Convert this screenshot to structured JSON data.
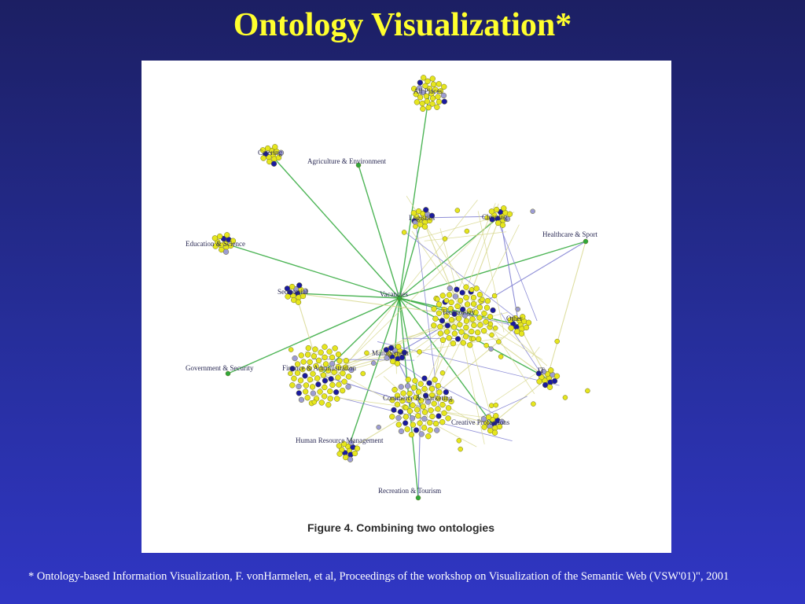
{
  "slide": {
    "title": "Ontology Visualization*",
    "figure_caption": "Figure 4. Combining two ontologies",
    "footnote": "* Ontology-based Information Visualization, F. vonHarmelen, et al, Proceedings of the workshop on Visualization of the Semantic Web (VSW'01)\", 2001"
  },
  "colors": {
    "background_top": "#1c1f63",
    "background_bottom": "#3036c4",
    "title": "#ffff2e",
    "node_yellow": "#e6e61e",
    "node_blue": "#1a1aa0",
    "node_lavender": "#9c9cd4",
    "edge_green": "#2fa83a",
    "edge_yellow": "#d8d890",
    "edge_blue": "#7a7ad0"
  },
  "graph": {
    "hub": "Vacancies",
    "clusters": [
      {
        "id": "all-places",
        "label": "All Places",
        "size": "medium"
      },
      {
        "id": "catering",
        "label": "Catering",
        "size": "small"
      },
      {
        "id": "agriculture",
        "label": "Agriculture & Environment",
        "size": "point"
      },
      {
        "id": "logistics",
        "label": "Logistics",
        "size": "small"
      },
      {
        "id": "cleaning",
        "label": "Cleaning",
        "size": "small"
      },
      {
        "id": "healthcare",
        "label": "Healthcare & Sport",
        "size": "point"
      },
      {
        "id": "education",
        "label": "Education & Science",
        "size": "small"
      },
      {
        "id": "secretarial",
        "label": "Secretarial",
        "size": "small"
      },
      {
        "id": "vacancies",
        "label": "Vacancies",
        "size": "hub"
      },
      {
        "id": "technology",
        "label": "Technology",
        "size": "large"
      },
      {
        "id": "other",
        "label": "Other",
        "size": "small"
      },
      {
        "id": "management",
        "label": "Management",
        "size": "small"
      },
      {
        "id": "government",
        "label": "Government & Security",
        "size": "point"
      },
      {
        "id": "finance",
        "label": "Finance & Administration",
        "size": "large"
      },
      {
        "id": "it",
        "label": "IT",
        "size": "small"
      },
      {
        "id": "commerce",
        "label": "Commerce & Marketing",
        "size": "large"
      },
      {
        "id": "creative",
        "label": "Creative Professions",
        "size": "small"
      },
      {
        "id": "hr",
        "label": "Human Resource Management",
        "size": "small"
      },
      {
        "id": "recreation",
        "label": "Recreation & Tourism",
        "size": "point"
      }
    ]
  }
}
